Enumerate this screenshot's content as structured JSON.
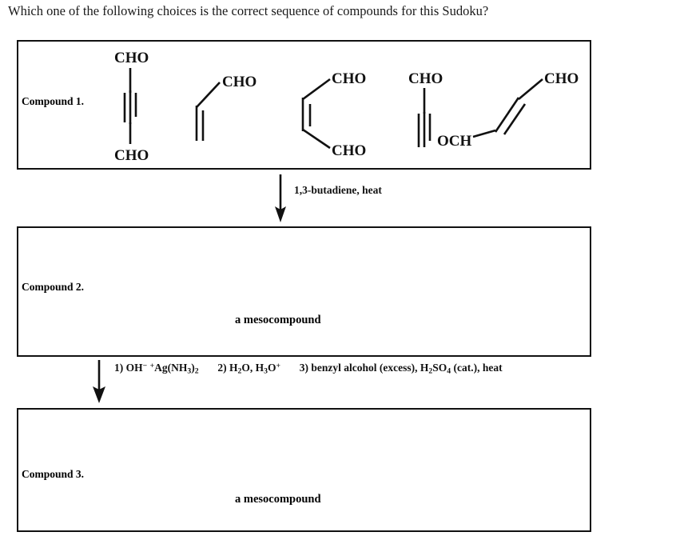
{
  "question": {
    "text": "Which one of the following choices is the correct sequence of compounds for this Sudoku?"
  },
  "scheme": {
    "box1": {
      "label": "Compound 1.",
      "structures": [
        {
          "name": "but-2-ynedial",
          "geometry": "vertical-triple-bond",
          "labels": {
            "top": "CHO",
            "bottom": "CHO"
          }
        },
        {
          "name": "acrolein",
          "geometry": "vinyl-double-bond-with-aldehyde",
          "labels": {
            "right": "CHO"
          }
        },
        {
          "name": "cis-butenedial",
          "geometry": "cis-double-bond",
          "labels": {
            "top_right": "CHO",
            "bottom_right": "CHO"
          }
        },
        {
          "name": "propynal",
          "geometry": "terminal-triple-bond",
          "labels": {
            "top": "CHO"
          }
        },
        {
          "name": "trans-butenedial",
          "geometry": "trans-double-bond",
          "labels": {
            "bottom_left": "OCH",
            "top_right": "CHO"
          }
        }
      ]
    },
    "arrow1": {
      "reagents_plain": "1,3-butadiene, heat"
    },
    "box2": {
      "label": "Compound 2.",
      "note": "a mesocompound"
    },
    "arrow2": {
      "steps": [
        {
          "number": "1)",
          "reagent_html": "OH<sup>−</sup> <sup>+</sup>Ag(NH<sub>3</sub>)<sub>2</sub>"
        },
        {
          "number": "2)",
          "reagent_html": "H<sub>2</sub>O, H<sub>3</sub>O<sup>+</sup>"
        },
        {
          "number": "3)",
          "reagent_html": "benzyl alcohol (excess), H<sub>2</sub>SO<sub>4</sub> (cat.), heat"
        }
      ],
      "reagents_plain": "1) OH- +Ag(NH3)2   2) H2O, H3O+   3) benzyl alcohol (excess), H2SO4 (cat.), heat"
    },
    "box3": {
      "label": "Compound 3.",
      "note": "a mesocompound"
    }
  },
  "colors": {
    "ink": "#111111",
    "background": "#ffffff",
    "title_ink": "#1a1a1a"
  }
}
